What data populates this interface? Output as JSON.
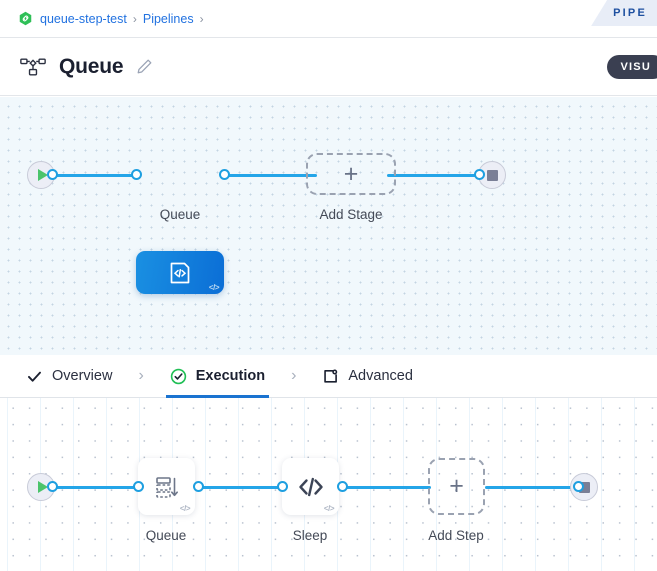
{
  "ribbon": {
    "label": "PIPE"
  },
  "breadcrumb": {
    "project_icon": "hexagon-link-icon",
    "items": [
      {
        "label": "queue-step-test"
      },
      {
        "label": "Pipelines"
      }
    ],
    "separator": "›"
  },
  "header": {
    "icon": "pipeline-tree-icon",
    "title": "Queue",
    "edit_icon": "pencil-icon",
    "visual_button_label": "VISU"
  },
  "tabs": [
    {
      "label": "Overview",
      "icon": "check-icon",
      "active": false
    },
    {
      "label": "Execution",
      "icon": "check-circle-icon",
      "active": true
    },
    {
      "label": "Advanced",
      "icon": "window-gear-icon",
      "active": false
    }
  ],
  "tab_separator": "›",
  "stage_canvas": {
    "start_node": {
      "name": "start-node",
      "icon": "play-icon"
    },
    "end_node": {
      "name": "end-node",
      "icon": "stop-icon"
    },
    "nodes": [
      {
        "label": "Queue",
        "type": "stage",
        "state": "selected",
        "badge": "</>"
      },
      {
        "label": "Add Stage",
        "type": "add-stage",
        "state": "dashed",
        "glyph": "+"
      }
    ]
  },
  "step_canvas": {
    "start_node": {
      "name": "start-node",
      "icon": "play-icon"
    },
    "end_node": {
      "name": "end-node",
      "icon": "stop-icon"
    },
    "nodes": [
      {
        "label": "Queue",
        "type": "step",
        "icon": "queue-icon",
        "badge": "</>"
      },
      {
        "label": "Sleep",
        "type": "step",
        "icon": "code-icon",
        "badge": "</>"
      },
      {
        "label": "Add Step",
        "type": "add-step",
        "state": "dashed",
        "glyph": "+"
      }
    ]
  },
  "colors": {
    "accent_blue": "#1a73d0",
    "edge_blue": "#24a5e8",
    "node_blue_start": "#1a90e2",
    "node_blue_end": "#0b6ed6",
    "success_green": "#20bf55",
    "play_green": "#4bc46b",
    "link_blue": "#2272e0",
    "dark_button": "#3a3f51",
    "canvas_top_bg": "#f1f8fc"
  }
}
